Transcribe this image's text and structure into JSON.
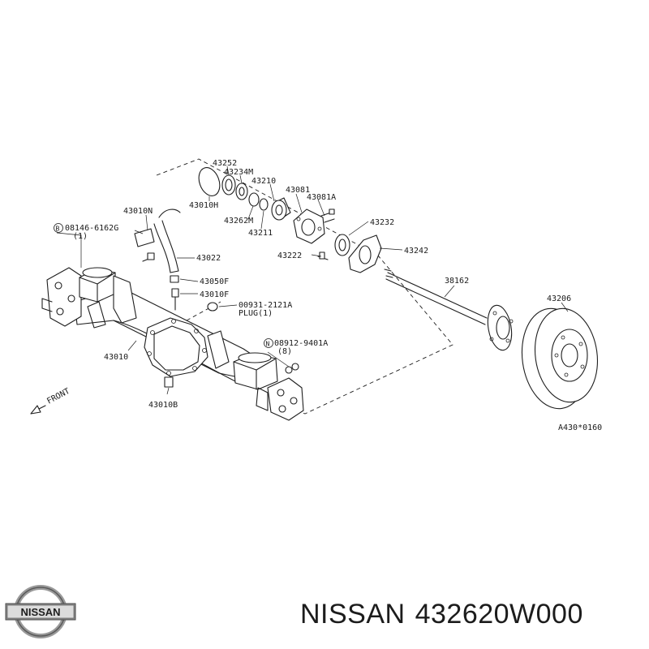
{
  "diagram": {
    "labels": {
      "p43252": "43252",
      "p43234m": "43234M",
      "p43210": "43210",
      "p43081": "43081",
      "p43081a": "43081A",
      "p43010n": "43010N",
      "p08146": "08146-6162G",
      "p08146qty": "(1)",
      "p43010h": "43010H",
      "p43262m": "43262M",
      "p43211": "43211",
      "p43232": "43232",
      "p43242": "43242",
      "p43222": "43222",
      "p43022": "43022",
      "p43050f": "43050F",
      "p43010f": "43010F",
      "p00931": "00931-2121A",
      "pplug": "PLUG(1)",
      "p38162": "38162",
      "p43206": "43206",
      "p08912": "08912-9401A",
      "p08912qty": "(8)",
      "p43010": "43010",
      "p43010b": "43010B",
      "front": "FRONT",
      "drawing_code": "A430*0160",
      "circle_b": "B",
      "circle_n": "N"
    }
  },
  "footer": {
    "brand": "NISSAN",
    "part_number": "432620W000",
    "logo_text": "NISSAN"
  }
}
